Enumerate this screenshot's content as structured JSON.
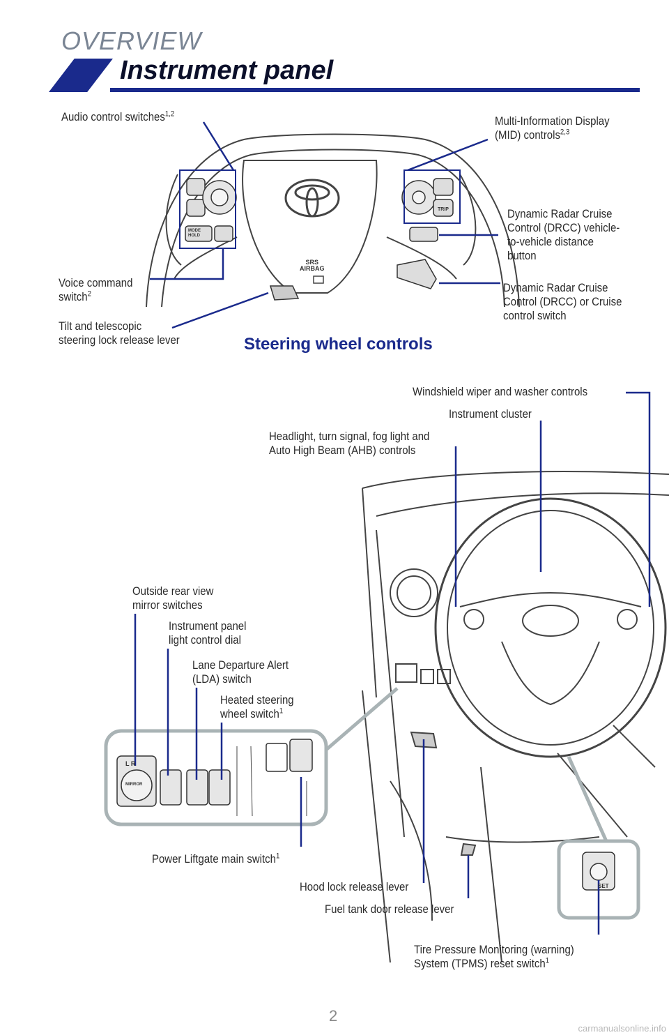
{
  "header": {
    "section": "OVERVIEW",
    "title": "Instrument panel"
  },
  "steering": {
    "caption": "Steering wheel controls",
    "audio": "Audio control switches",
    "audio_sup": "1,2",
    "mid": "Multi-Information Display\n(MID) controls",
    "mid_sup": "2,3",
    "drcc_distance": "Dynamic Radar Cruise\nControl (DRCC) vehicle-\nto-vehicle distance\nbutton",
    "voice": "Voice command\nswitch",
    "voice_sup": "2",
    "drcc_switch": "Dynamic Radar Cruise\nControl (DRCC) or Cruise\ncontrol switch",
    "tilt": "Tilt and telescopic\nsteering lock release lever",
    "srs": "SRS\nAIRBAG",
    "btn_mode": "MODE\nHOLD",
    "btn_trip": "TRIP"
  },
  "dash": {
    "wiper": "Windshield wiper and washer controls",
    "cluster": "Instrument cluster",
    "headlight": "Headlight, turn signal, fog light and\nAuto High Beam (AHB) controls",
    "mirror": "Outside rear view\nmirror switches",
    "panel_light": "Instrument panel\nlight control dial",
    "lda": "Lane Departure Alert\n(LDA) switch",
    "heated": "Heated steering\nwheel switch",
    "heated_sup": "1",
    "liftgate": "Power Liftgate main switch",
    "liftgate_sup": "1",
    "hood": "Hood lock release lever",
    "fuel": "Fuel tank door release lever",
    "tpms": "Tire Pressure Monitoring (warning)\nSystem (TPMS) reset switch",
    "tpms_sup": "1",
    "mirror_btn": "MIRROR",
    "lr": "L  R",
    "set": "SET"
  },
  "footer": {
    "page": "2",
    "watermark": "carmanualsonline.info"
  },
  "colors": {
    "accent": "#1a2a8c",
    "callout": "#1a2a8c",
    "inset_border": "#a9b3b5"
  }
}
